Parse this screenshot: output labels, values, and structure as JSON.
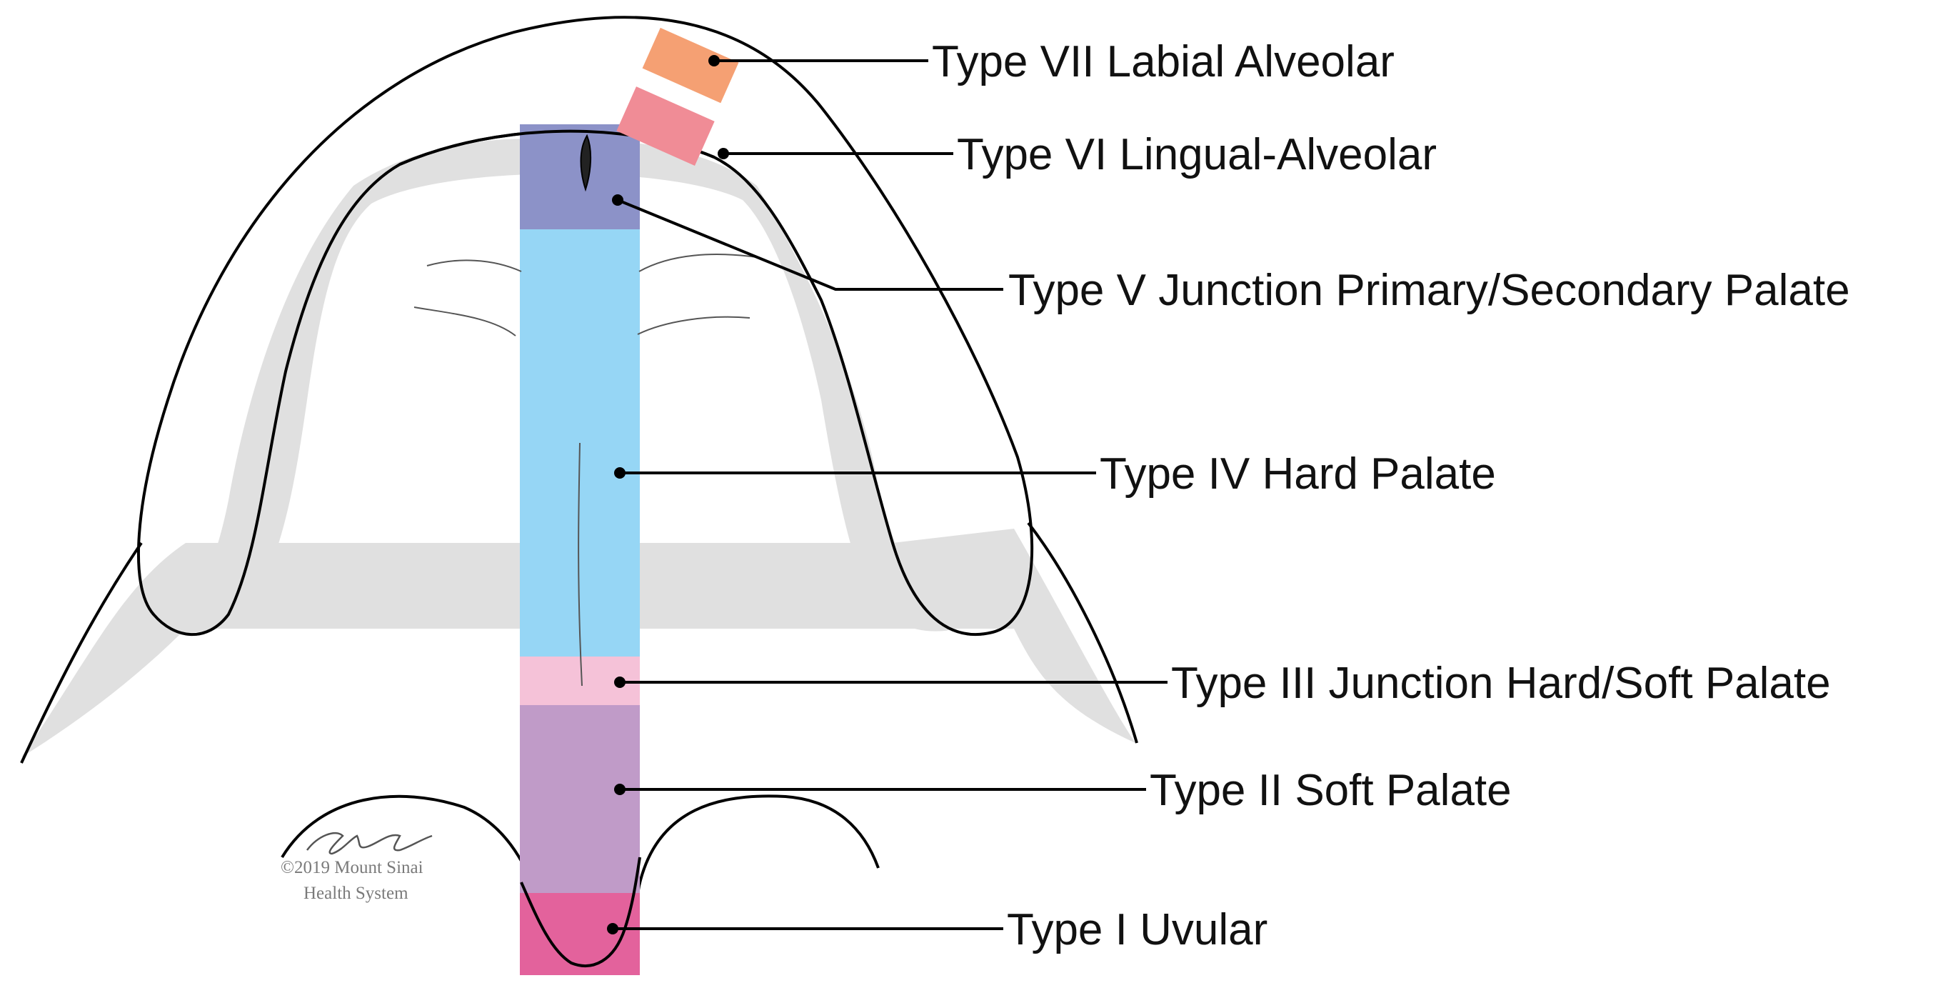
{
  "labels": {
    "type_vii": "Type VII Labial Alveolar",
    "type_vi": "Type VI Lingual-Alveolar",
    "type_v": "Type V Junction Primary/Secondary Palate",
    "type_iv": "Type IV Hard Palate",
    "type_iii": "Type III Junction Hard/Soft Palate",
    "type_ii": "Type II Soft Palate",
    "type_i": "Type I Uvular"
  },
  "credit": {
    "line1": "©2019 Mount Sinai",
    "line2": "Health System"
  },
  "colors": {
    "type_vii": "#F5A073",
    "type_vi": "#F08C96",
    "type_v": "#8C92C8",
    "type_iv": "#96D6F5",
    "type_iii": "#F5C2D8",
    "type_ii": "#C09BC8",
    "type_i": "#E3629C",
    "shadow": "#E0E0E0",
    "line": "#000000"
  }
}
